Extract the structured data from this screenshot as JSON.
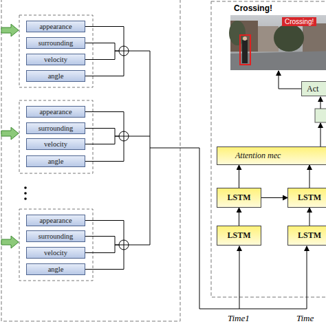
{
  "diagram": {
    "nodes": [
      {
        "text": [
          "appearance"
        ]
      },
      {
        "text": [
          "surrounding"
        ]
      },
      {
        "text": [
          "velocity"
        ]
      },
      {
        "text": [
          "angle"
        ]
      },
      {
        "text": [
          "appearance"
        ]
      },
      {
        "text": [
          "surrounding"
        ]
      },
      {
        "text": [
          "velocity"
        ]
      },
      {
        "text": [
          "angle"
        ]
      },
      {
        "text": [
          "appearance"
        ]
      },
      {
        "text": [
          "surrounding"
        ]
      },
      {
        "text": [
          "velocity"
        ]
      },
      {
        "text": [
          "angle"
        ]
      },
      {
        "text": [
          "Act"
        ]
      },
      {
        "text": [
          "Attention mec"
        ]
      },
      {
        "text": [
          "LSTM"
        ]
      },
      {
        "text": [
          "LSTM"
        ]
      },
      {
        "text": [
          "LSTM"
        ]
      },
      {
        "text": [
          "LSTM"
        ]
      }
    ],
    "edges": [
      {
        "from": 16,
        "to": 14,
        "arrow": "to"
      },
      {
        "from": 17,
        "to": 15,
        "arrow": "to"
      },
      {
        "from": 14,
        "to": 15,
        "arrow": "to"
      },
      {
        "from": 14,
        "to": 13,
        "arrow": "to"
      },
      {
        "from": 15,
        "to": 13,
        "arrow": "to"
      }
    ],
    "labels": [
      "Crossing!",
      "Crossing!",
      "Time1",
      "Time"
    ]
  }
}
